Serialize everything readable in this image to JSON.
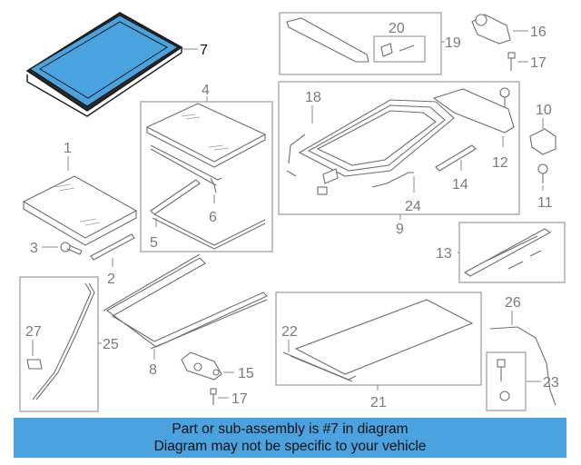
{
  "diagram": {
    "highlight_color": "#4aa3df",
    "highlighted_part": "7",
    "callouts": {
      "c1": "1",
      "c2": "2",
      "c3": "3",
      "c4": "4",
      "c5": "5",
      "c6": "6",
      "c7": "7",
      "c8": "8",
      "c9": "9",
      "c10": "10",
      "c11": "11",
      "c12": "12",
      "c13": "13",
      "c14": "14",
      "c15": "15",
      "c16": "16",
      "c17a": "17",
      "c17b": "17",
      "c18": "18",
      "c19": "19",
      "c20": "20",
      "c21": "21",
      "c22": "22",
      "c23": "23",
      "c24": "24",
      "c25": "25",
      "c26": "26",
      "c27": "27"
    }
  },
  "banner": {
    "line1": "Part or sub-assembly is #7 in diagram",
    "line2": "Diagram may not be specific to your vehicle",
    "background": "#4aa3df"
  }
}
